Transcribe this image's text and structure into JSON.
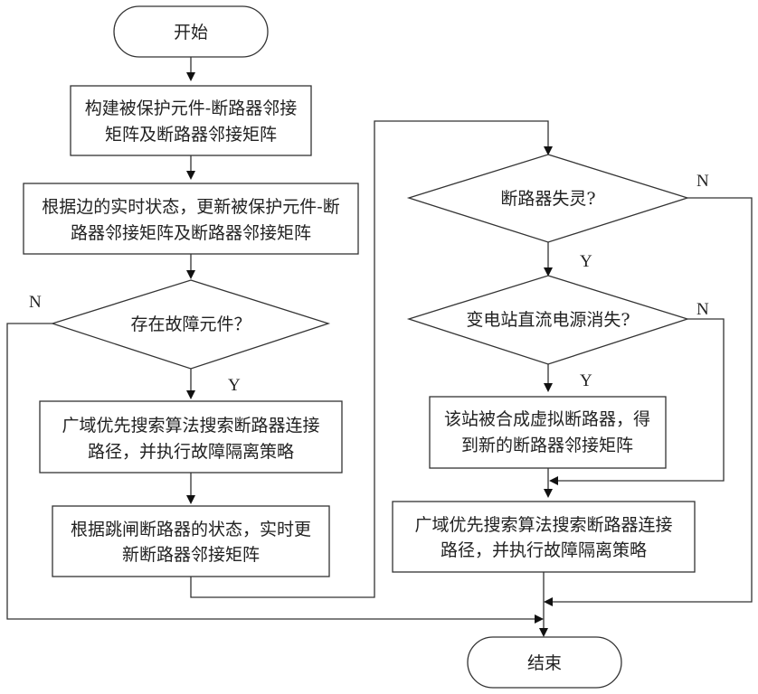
{
  "flowchart": {
    "nodes": {
      "start": {
        "type": "terminal",
        "label": "开始"
      },
      "build_matrix": {
        "type": "process",
        "lines": [
          "构建被保护元件-断路器邻接",
          "矩阵及断路器邻接矩阵"
        ]
      },
      "update_matrix": {
        "type": "process",
        "lines": [
          "根据边的实时状态，更新被保护元件-断",
          "路器邻接矩阵及断路器邻接矩阵"
        ]
      },
      "fault_exists": {
        "type": "decision",
        "label": "存在故障元件？"
      },
      "search_left": {
        "type": "process",
        "lines": [
          "广域优先搜索算法搜索断路器连接",
          "路径，并执行故障隔离策略"
        ]
      },
      "update_breaker": {
        "type": "process",
        "lines": [
          "根据跳闸断路器的状态，实时更",
          "新断路器邻接矩阵"
        ]
      },
      "breaker_failure": {
        "type": "decision",
        "label": "断路器失灵?"
      },
      "dc_power_loss": {
        "type": "decision",
        "label": "变电站直流电源消失?"
      },
      "virtual_breaker": {
        "type": "process",
        "lines": [
          "该站被合成虚拟断路器，得",
          "到新的断路器邻接矩阵"
        ]
      },
      "search_right": {
        "type": "process",
        "lines": [
          "广域优先搜索算法搜索断路器连接",
          "路径，并执行故障隔离策略"
        ]
      },
      "end": {
        "type": "terminal",
        "label": "结束"
      }
    },
    "branch_labels": {
      "fault_exists_no": "N",
      "fault_exists_yes": "Y",
      "breaker_failure_no": "N",
      "breaker_failure_yes": "Y",
      "dc_power_loss_no": "N",
      "dc_power_loss_yes": "Y"
    },
    "edges": [
      {
        "from": "start",
        "to": "build_matrix"
      },
      {
        "from": "build_matrix",
        "to": "update_matrix"
      },
      {
        "from": "update_matrix",
        "to": "fault_exists"
      },
      {
        "from": "fault_exists",
        "to": "search_left",
        "label": "Y"
      },
      {
        "from": "fault_exists",
        "to": "end",
        "label": "N"
      },
      {
        "from": "search_left",
        "to": "update_breaker"
      },
      {
        "from": "update_breaker",
        "to": "breaker_failure"
      },
      {
        "from": "breaker_failure",
        "to": "dc_power_loss",
        "label": "Y"
      },
      {
        "from": "breaker_failure",
        "to": "end",
        "label": "N"
      },
      {
        "from": "dc_power_loss",
        "to": "virtual_breaker",
        "label": "Y"
      },
      {
        "from": "dc_power_loss",
        "to": "search_right",
        "label": "N"
      },
      {
        "from": "virtual_breaker",
        "to": "search_right"
      },
      {
        "from": "search_right",
        "to": "end"
      }
    ]
  }
}
